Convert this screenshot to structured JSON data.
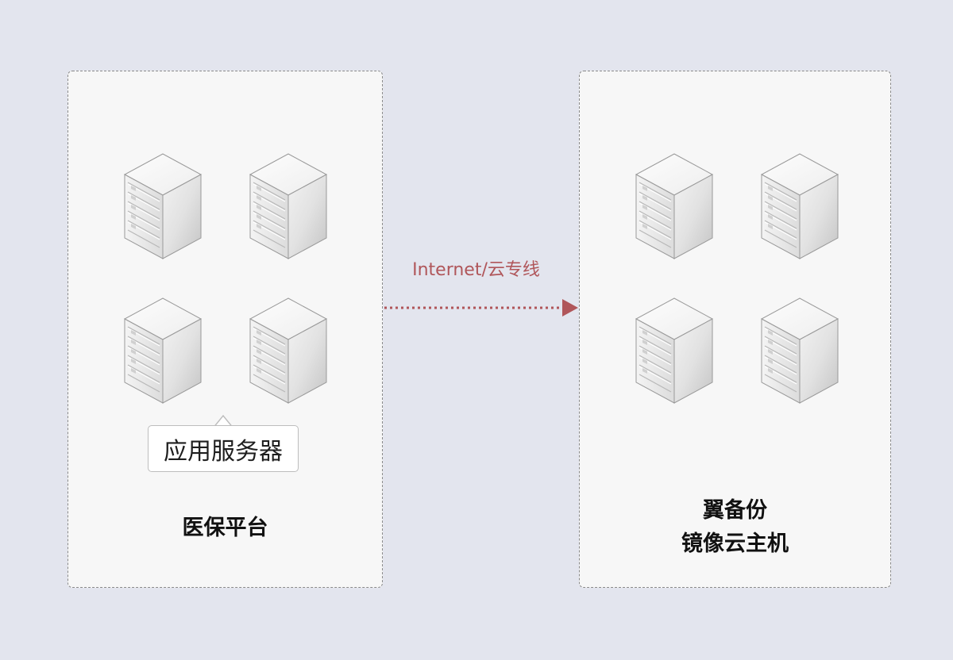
{
  "source_panel": {
    "tooltip": "应用服务器",
    "title": "医保平台"
  },
  "connection": {
    "label": "Internet/云专线",
    "color": "#b0565a"
  },
  "target_panel": {
    "title_line1": "翼备份",
    "title_line2": "镜像云主机"
  },
  "icons": {
    "server": "server-icon"
  },
  "colors": {
    "background": "#e3e5ee",
    "panel": "#f7f7f7"
  }
}
